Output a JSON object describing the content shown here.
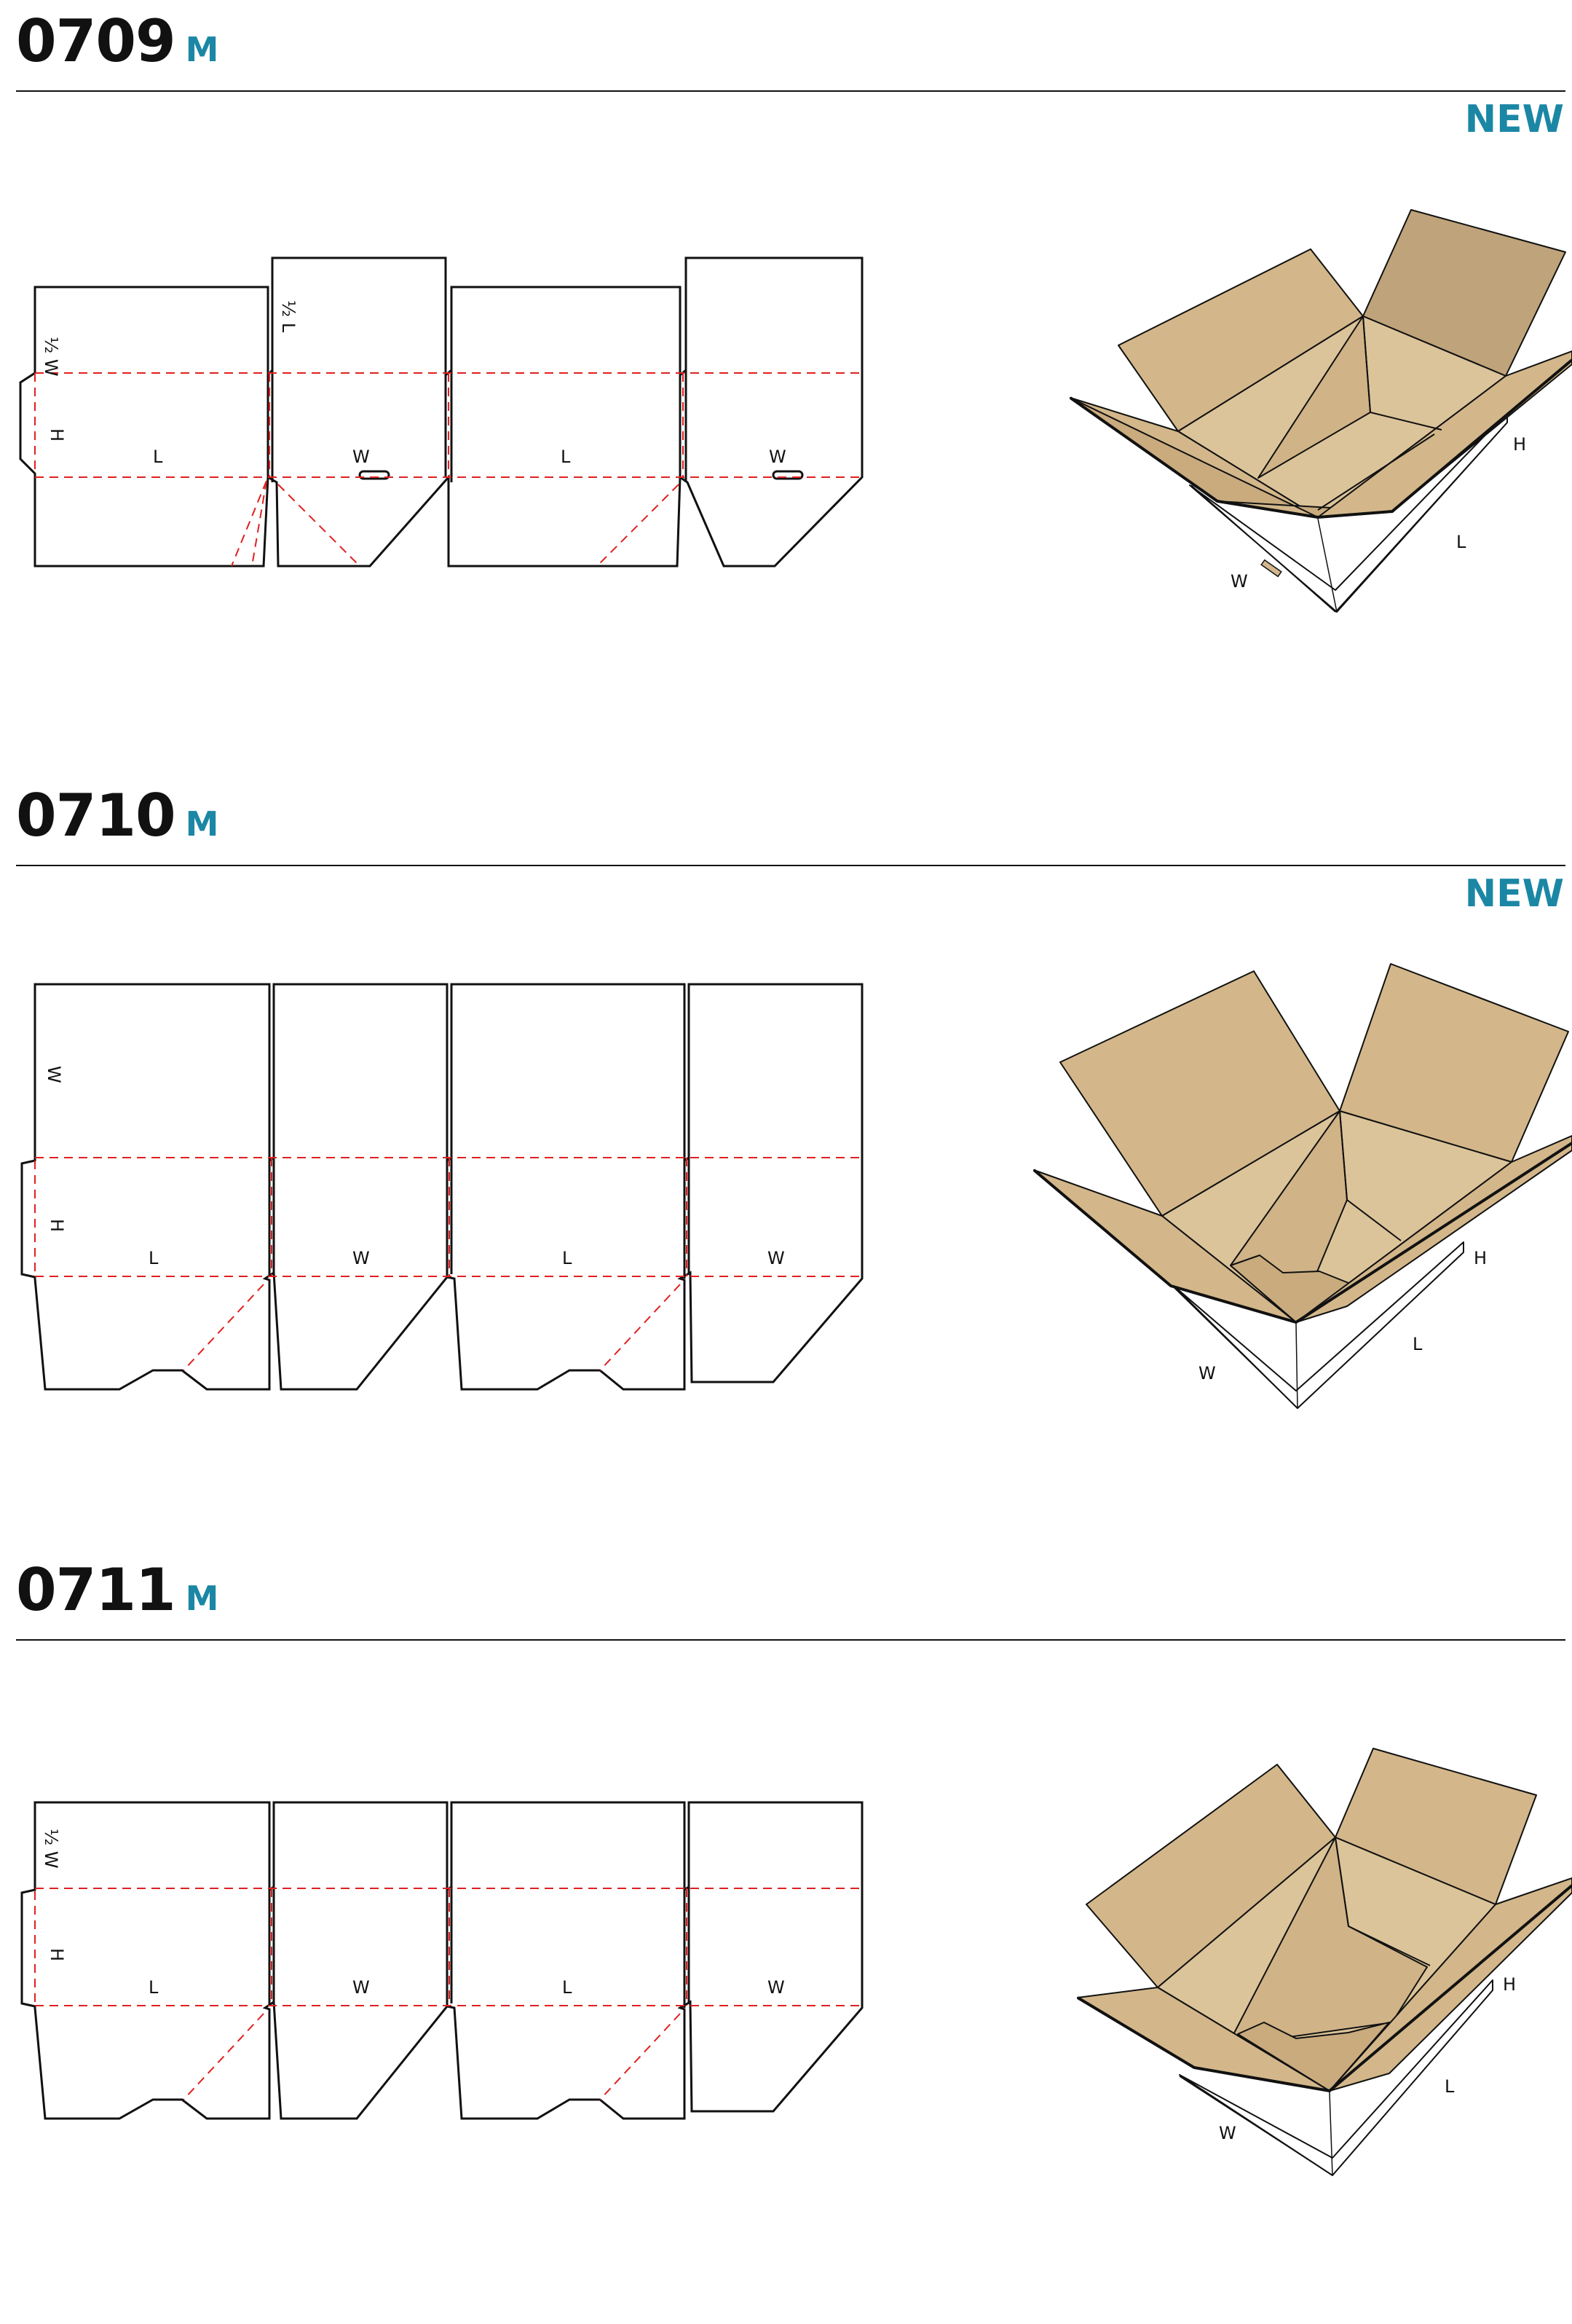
{
  "sections": [
    {
      "code": "0709",
      "suffix": "M",
      "badge": "NEW",
      "flat_labels": {
        "flap_a": "½ W",
        "flap_b": "½ L",
        "height": "H",
        "panels": [
          "L",
          "W",
          "L",
          "W"
        ]
      },
      "box_labels": {
        "height": "H",
        "length": "L",
        "width": "W"
      }
    },
    {
      "code": "0710",
      "suffix": "M",
      "badge": "NEW",
      "flat_labels": {
        "flap_a": "W",
        "height": "H",
        "panels": [
          "L",
          "W",
          "L",
          "W"
        ]
      },
      "box_labels": {
        "height": "H",
        "length": "L",
        "width": "W"
      }
    },
    {
      "code": "0711",
      "suffix": "M",
      "flat_labels": {
        "flap_a": "½ W",
        "height": "H",
        "panels": [
          "L",
          "W",
          "L",
          "W"
        ]
      },
      "box_labels": {
        "height": "H",
        "length": "L",
        "width": "W"
      }
    }
  ],
  "colors": {
    "accent": "#1b87a5",
    "cut_line": "#111111",
    "crease_line": "#e02020",
    "cardboard": "#d3b78a",
    "cardboard_dark": "#bfa37a",
    "cardboard_inner": "#dcc49a"
  }
}
